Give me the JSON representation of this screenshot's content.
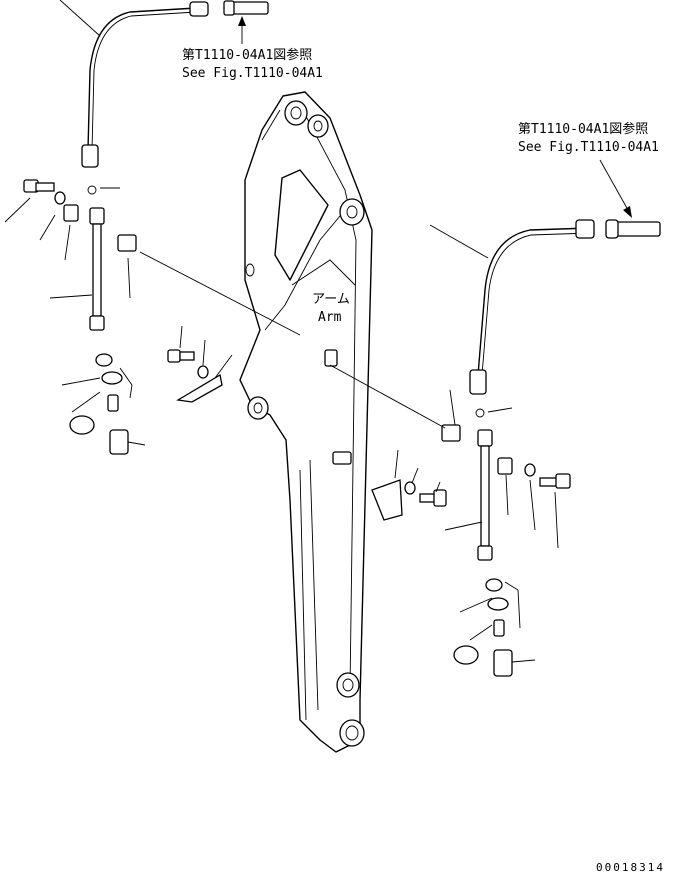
{
  "references": {
    "top": {
      "jp": "第T1110-04A1図参照",
      "en": "See Fig.T1110-04A1"
    },
    "right": {
      "jp": "第T1110-04A1図参照",
      "en": "See Fig.T1110-04A1"
    }
  },
  "arm_label": {
    "jp": "アーム",
    "en": "Arm"
  },
  "drawing_number": "00018314"
}
